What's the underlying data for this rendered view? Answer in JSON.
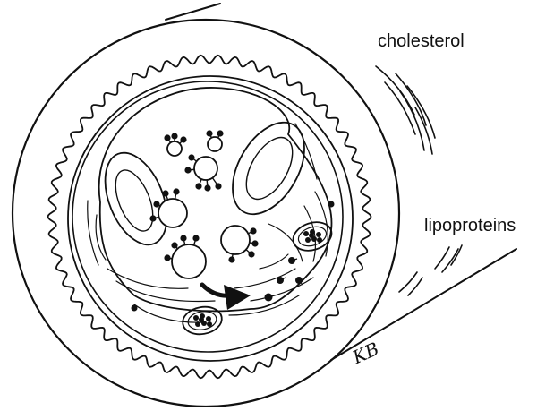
{
  "labels": {
    "cholesterol": "cholesterol",
    "lipoproteins": "lipoproteins"
  },
  "signature": "KB",
  "colors": {
    "ink": "#111111",
    "background": "#ffffff"
  }
}
